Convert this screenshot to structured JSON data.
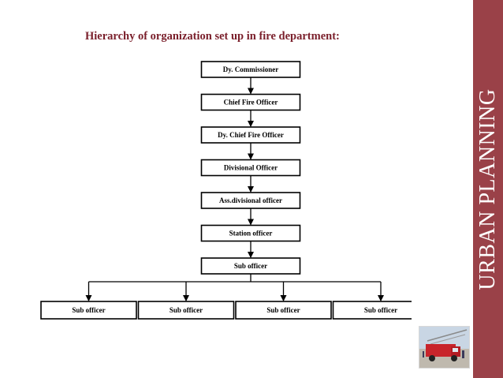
{
  "slide": {
    "title": "Hierarchy of organization set up in fire department:",
    "sidebar_label": "URBAN   PLANNING"
  },
  "org_chart": {
    "chain": [
      "Dy. Commissioner",
      "Chief Fire Officer",
      "Dy. Chief Fire Officer",
      "Divisional Officer",
      "Ass.divisional officer",
      "Station officer",
      "Sub officer"
    ],
    "subordinates": [
      "Sub officer",
      "Sub officer",
      "Sub officer",
      "Sub officer"
    ]
  },
  "colors": {
    "title": "#7a1f2b",
    "sidebar": "#9a4148",
    "sidebar_text": "#ffffff"
  },
  "photo": {
    "subject": "fire-engine-photo"
  }
}
